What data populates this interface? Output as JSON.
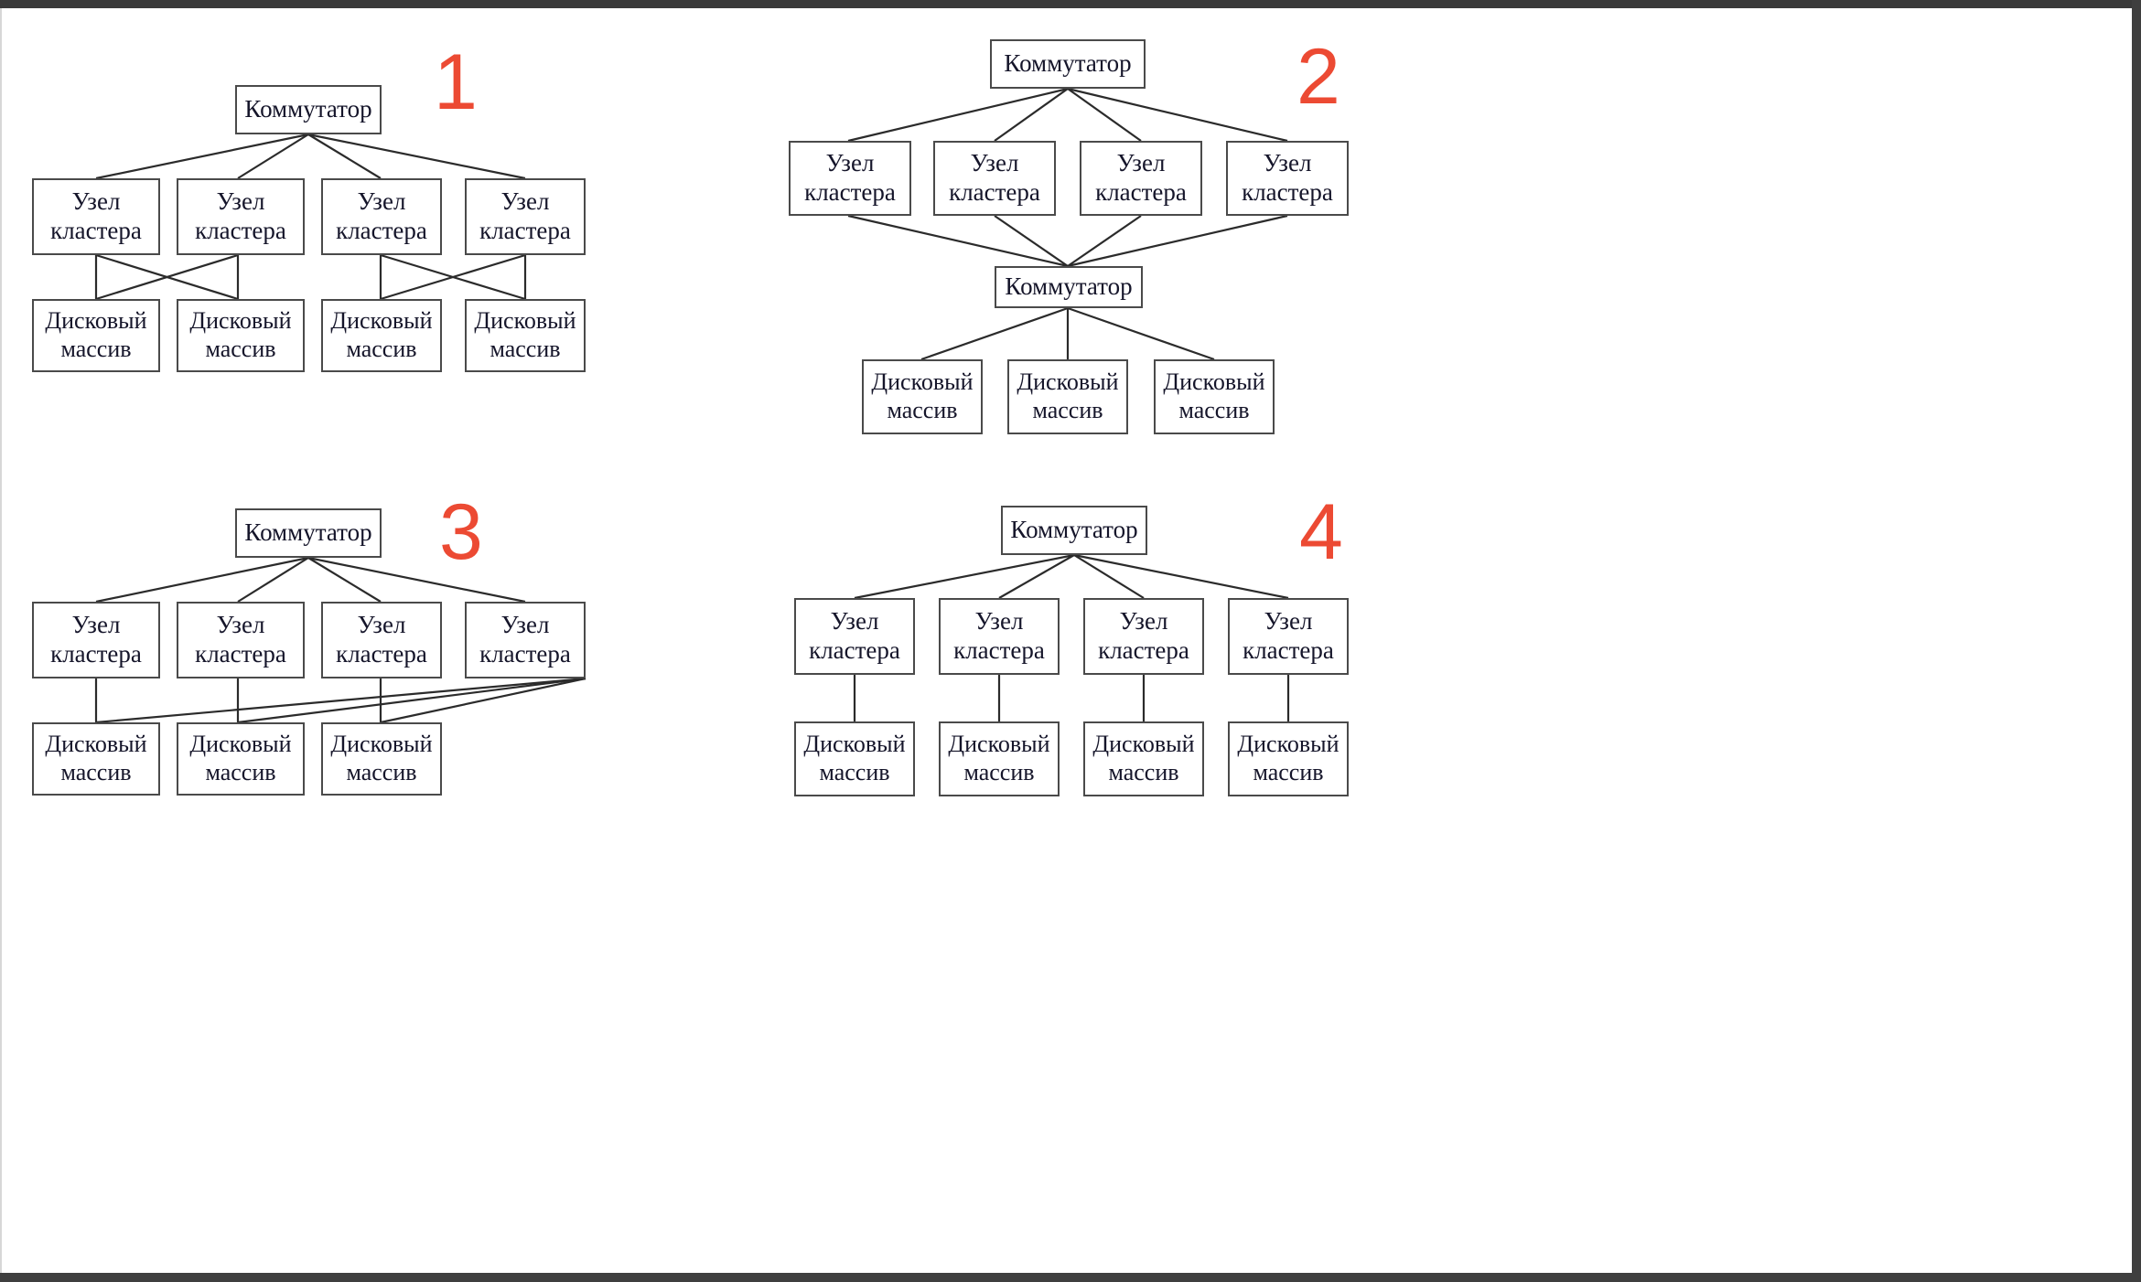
{
  "labels": {
    "switch": "Коммутатор",
    "cluster_node_line1": "Узел",
    "cluster_node_line2": "кластера",
    "disk_array_line1": "Дисковый",
    "disk_array_line2": "массив"
  },
  "colors": {
    "number_accent": "#ec4a33",
    "box_border": "#4a4a4a",
    "line": "#2b2b2b",
    "text": "#15152a",
    "background": "#ffffff",
    "frame": "#3f3f3f"
  },
  "diagrams": [
    {
      "number": "1",
      "description": "Коммутатор -> 4 Узла кластера; каждая пара узлов перекрёстно соединена с парой дисковых массивов",
      "switches": 1,
      "cluster_nodes": 4,
      "disk_arrays": 4,
      "topology": "switch-to-4-nodes, crossed node-to-disk pairs"
    },
    {
      "number": "2",
      "description": "Верхний коммутатор -> 4 Узла кластера -> нижний коммутатор -> 3 дисковых массива",
      "switches": 2,
      "cluster_nodes": 4,
      "disk_arrays": 3,
      "topology": "switch-nodes-switch-disks"
    },
    {
      "number": "3",
      "description": "Коммутатор -> 4 Узла кластера; первые три узла напрямую к своим дисковым массивам, четвёртый узел соединён со всеми тремя массивами",
      "switches": 1,
      "cluster_nodes": 4,
      "disk_arrays": 3,
      "topology": "switch-to-4-nodes, last node fans out to all 3 disks"
    },
    {
      "number": "4",
      "description": "Коммутатор -> 4 Узла кластера; каждый узел со своим дисковым массивом",
      "switches": 1,
      "cluster_nodes": 4,
      "disk_arrays": 4,
      "topology": "switch-to-4-nodes, one disk each"
    }
  ]
}
